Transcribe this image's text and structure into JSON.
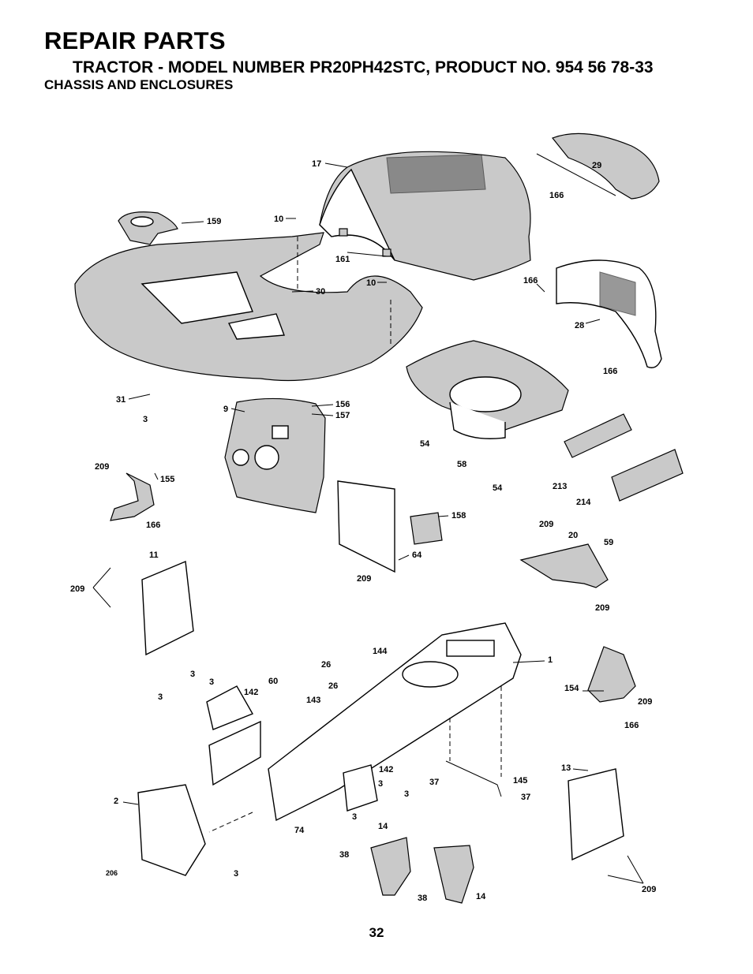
{
  "header": {
    "title": "REPAIR PARTS",
    "subtitle": "TRACTOR - MODEL NUMBER PR20PH42STC, PRODUCT NO. 954 56 78-33",
    "section": "CHASSIS AND ENCLOSURES"
  },
  "page_number": "32",
  "callouts": [
    "17",
    "29",
    "166",
    "10",
    "159",
    "161",
    "30",
    "10",
    "166",
    "28",
    "166",
    "31",
    "156",
    "9",
    "157",
    "3",
    "54",
    "58",
    "54",
    "213",
    "214",
    "209",
    "155",
    "166",
    "158",
    "64",
    "209",
    "209",
    "20",
    "59",
    "209",
    "11",
    "209",
    "144",
    "1",
    "26",
    "26",
    "3",
    "3",
    "3",
    "142",
    "60",
    "143",
    "154",
    "209",
    "166",
    "13",
    "142",
    "3",
    "37",
    "145",
    "37",
    "3",
    "2",
    "74",
    "3",
    "14",
    "38",
    "206",
    "3",
    "38",
    "14",
    "209"
  ]
}
